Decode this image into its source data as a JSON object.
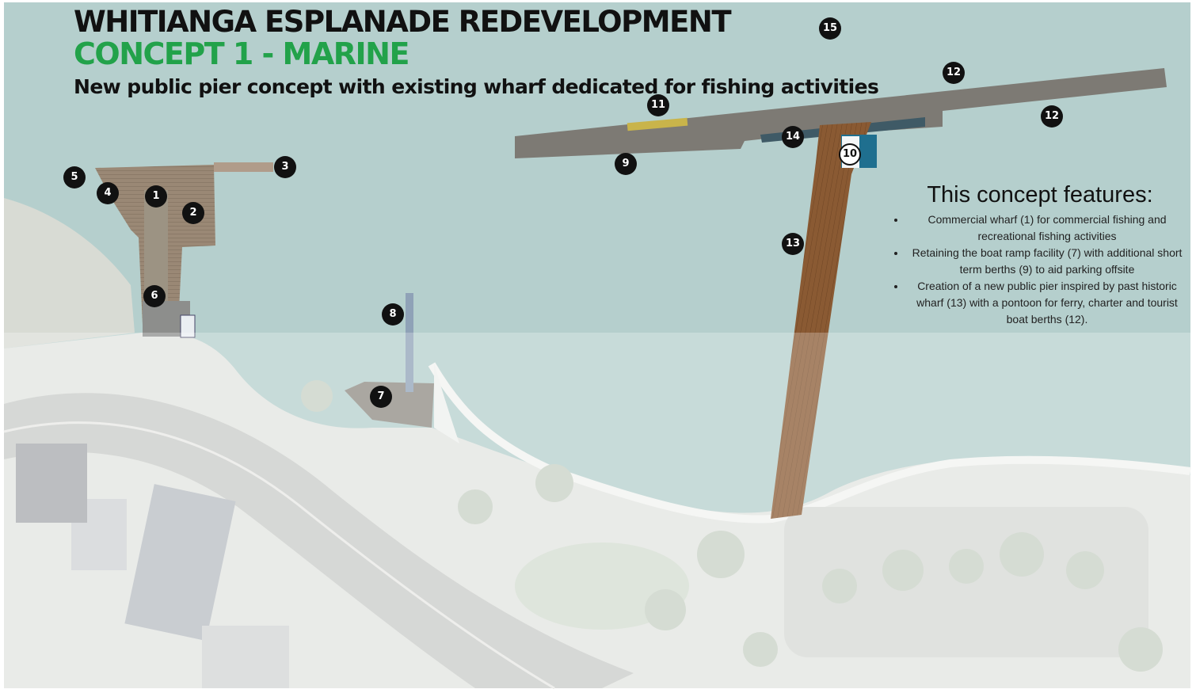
{
  "header": {
    "title": "WHITIANGA ESPLANADE REDEVELOPMENT",
    "concept": "CONCEPT 1 - MARINE",
    "subtitle": "New public pier concept with existing wharf dedicated for fishing activities"
  },
  "features": {
    "heading": "This concept features:",
    "items": [
      "Commercial wharf (1) for commercial fishing and recreational fishing activities",
      "Retaining the boat ramp facility (7) with additional short term berths (9) to aid parking offsite",
      "Creation of a new public pier inspired by past historic wharf (13) with a pontoon for ferry, charter and tourist boat berths (12)."
    ]
  },
  "markers": [
    "1",
    "2",
    "3",
    "4",
    "5",
    "6",
    "7",
    "8",
    "9",
    "10",
    "11",
    "12",
    "12",
    "13",
    "14",
    "15"
  ],
  "colors": {
    "water": "#b5cfcd",
    "land": "#e4e6e3",
    "concept_green": "#22a24a",
    "pier_timber": "#8a5a33",
    "wharf_concrete": "#7d7a74",
    "pontoon_blue": "#1f6f8f"
  }
}
